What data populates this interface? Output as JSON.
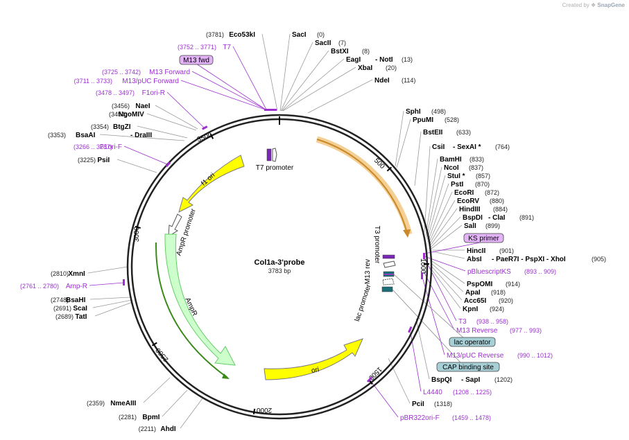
{
  "credit": {
    "prefix": "Created by",
    "brand": "SnapGene"
  },
  "plasmid": {
    "name": "Col1a-3'probe",
    "length": "3783 bp"
  },
  "ticks": [
    "500",
    "1000",
    "1500",
    "2000",
    "2500",
    "3000",
    "3500"
  ],
  "enzymes_right": [
    {
      "name": "SacI",
      "pos": "(0)"
    },
    {
      "name": "SacII",
      "pos": "(7)"
    },
    {
      "name": "BstXI",
      "pos": "(8)"
    },
    {
      "name": "EagI",
      "sep": "- NotI",
      "pos": "(13)"
    },
    {
      "name": "XbaI",
      "pos": "(20)"
    },
    {
      "name": "NdeI",
      "pos": "(114)"
    },
    {
      "name": "SphI",
      "pos": "(498)"
    },
    {
      "name": "PpuMI",
      "pos": "(528)"
    },
    {
      "name": "BstEII",
      "pos": "(633)"
    },
    {
      "name": "CsiI",
      "sep": "- SexAI *",
      "pos": "(764)"
    },
    {
      "name": "BamHI",
      "pos": "(833)"
    },
    {
      "name": "NcoI",
      "pos": "(837)"
    },
    {
      "name": "StuI *",
      "pos": "(857)"
    },
    {
      "name": "PstI",
      "pos": "(870)"
    },
    {
      "name": "EcoRI",
      "pos": "(872)"
    },
    {
      "name": "EcoRV",
      "pos": "(880)"
    },
    {
      "name": "HindIII",
      "pos": "(884)"
    },
    {
      "name": "BspDI",
      "sep": "- ClaI",
      "pos": "(891)"
    },
    {
      "name": "SalI",
      "pos": "(899)"
    },
    {
      "name": "HincII",
      "pos": "(901)"
    },
    {
      "name": "AbsI",
      "sep": "- PaeR7I - PspXI - XhoI",
      "pos": "(905)"
    },
    {
      "name": "PspOMI",
      "pos": "(914)"
    },
    {
      "name": "ApaI",
      "pos": "(918)"
    },
    {
      "name": "Acc65I",
      "pos": "(920)"
    },
    {
      "name": "KpnI",
      "pos": "(924)"
    },
    {
      "name": "BspQI",
      "sep": "- SapI",
      "pos": "(1202)"
    },
    {
      "name": "PciI",
      "pos": "(1318)"
    }
  ],
  "enzymes_left": [
    {
      "name": "Eco53kI",
      "pos": "(3781)"
    },
    {
      "name": "NaeI",
      "pos": "(3456)"
    },
    {
      "name": "NgoMIV",
      "pos": "(3454)"
    },
    {
      "name": "BtgZI",
      "pos": "(3354)"
    },
    {
      "name": "BsaAI",
      "sep": "- DraIII",
      "pos": "(3353)"
    },
    {
      "name": "PsiI",
      "pos": "(3225)"
    },
    {
      "name": "XmnI",
      "pos": "(2810)"
    },
    {
      "name": "BsaHI",
      "pos": "(2748)"
    },
    {
      "name": "ScaI",
      "pos": "(2691)"
    },
    {
      "name": "TatI",
      "pos": "(2689)"
    },
    {
      "name": "NmeAIII",
      "pos": "(2359)"
    },
    {
      "name": "BpmI",
      "pos": "(2281)"
    },
    {
      "name": "AhdI",
      "pos": "(2211)"
    }
  ],
  "primers_right": [
    {
      "name": "pBluescriptKS",
      "range": "(893 .. 909)"
    },
    {
      "name": "T3",
      "range": "(938 .. 958)"
    },
    {
      "name": "M13 Reverse",
      "range": "(977 .. 993)"
    },
    {
      "name": "M13/pUC Reverse",
      "range": "(990 .. 1012)"
    },
    {
      "name": "L4440",
      "range": "(1208 .. 1225)"
    },
    {
      "name": "pBR322ori-F",
      "range": "(1459 .. 1478)"
    }
  ],
  "primers_left": [
    {
      "name": "T7",
      "range": "(3752 .. 3771)"
    },
    {
      "name": "M13 Forward",
      "range": "(3725 .. 3742)"
    },
    {
      "name": "M13/pUC Forward",
      "range": "(3711 .. 3733)"
    },
    {
      "name": "F1ori-R",
      "range": "(3478 .. 3497)"
    },
    {
      "name": "F1ori-F",
      "range": "(3266 .. 3287)"
    },
    {
      "name": "Amp-R",
      "range": "(2761 .. 2780)"
    }
  ],
  "pills": {
    "m13fwd": "M13 fwd",
    "ks_primer": "KS primer",
    "lac_operator": "lac operator",
    "cap_site": "CAP binding site"
  },
  "features": {
    "f1_ori": "f1 ori",
    "ampr_promoter": "AmpR promoter",
    "ampr": "AmpR",
    "ori": "ori",
    "t7_promoter": "T7 promoter",
    "t3_promoter": "T3 promoter",
    "m13_rev": "M13 rev",
    "lac_promoter": "lac promoter"
  },
  "colors": {
    "backbone": "#222222",
    "primer": "#9b2fcf",
    "ori": "#ffff00",
    "ampr": "#ccffcc",
    "insert": "#e8a33b",
    "pill_primer": "#e3b3f7",
    "pill_feature": "#a7cfd6"
  }
}
